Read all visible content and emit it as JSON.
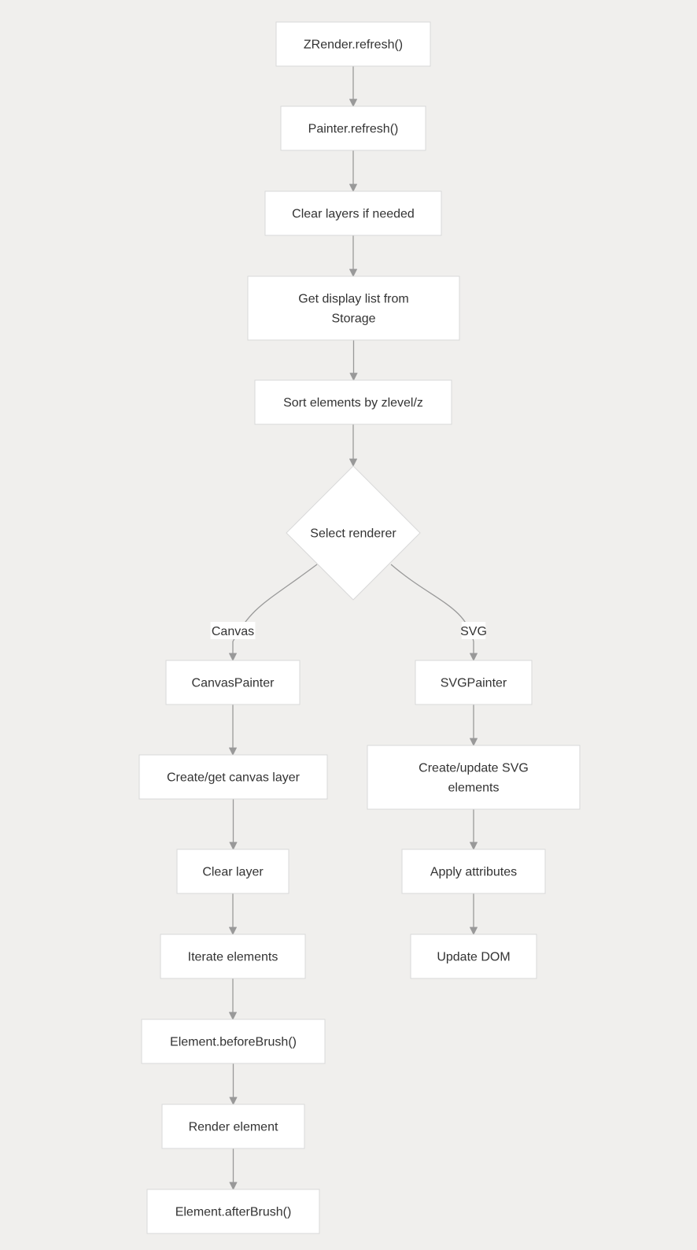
{
  "nodes": {
    "zrender_refresh": {
      "label": [
        "ZRender.refresh()"
      ]
    },
    "painter_refresh": {
      "label": [
        "Painter.refresh()"
      ]
    },
    "clear_layers": {
      "label": [
        "Clear layers if needed"
      ]
    },
    "get_display_list": {
      "label": [
        "Get display list from",
        "Storage"
      ]
    },
    "sort_elements": {
      "label": [
        "Sort elements by zlevel/z"
      ]
    },
    "select_renderer": {
      "label": [
        "Select renderer"
      ]
    },
    "canvas_painter": {
      "label": [
        "CanvasPainter"
      ]
    },
    "svg_painter": {
      "label": [
        "SVGPainter"
      ]
    },
    "create_canvas_layer": {
      "label": [
        "Create/get canvas layer"
      ]
    },
    "create_svg_elements": {
      "label": [
        "Create/update SVG",
        "elements"
      ]
    },
    "clear_layer": {
      "label": [
        "Clear layer"
      ]
    },
    "apply_attributes": {
      "label": [
        "Apply attributes"
      ]
    },
    "iterate_elements": {
      "label": [
        "Iterate elements"
      ]
    },
    "update_dom": {
      "label": [
        "Update DOM"
      ]
    },
    "before_brush": {
      "label": [
        "Element.beforeBrush()"
      ]
    },
    "render_element": {
      "label": [
        "Render element"
      ]
    },
    "after_brush": {
      "label": [
        "Element.afterBrush()"
      ]
    }
  },
  "edges": [
    {
      "from": "zrender_refresh",
      "to": "painter_refresh"
    },
    {
      "from": "painter_refresh",
      "to": "clear_layers"
    },
    {
      "from": "clear_layers",
      "to": "get_display_list"
    },
    {
      "from": "get_display_list",
      "to": "sort_elements"
    },
    {
      "from": "sort_elements",
      "to": "select_renderer"
    },
    {
      "from": "select_renderer",
      "to": "canvas_painter",
      "label": "Canvas"
    },
    {
      "from": "select_renderer",
      "to": "svg_painter",
      "label": "SVG"
    },
    {
      "from": "canvas_painter",
      "to": "create_canvas_layer"
    },
    {
      "from": "create_canvas_layer",
      "to": "clear_layer"
    },
    {
      "from": "clear_layer",
      "to": "iterate_elements"
    },
    {
      "from": "iterate_elements",
      "to": "before_brush"
    },
    {
      "from": "before_brush",
      "to": "render_element"
    },
    {
      "from": "render_element",
      "to": "after_brush"
    },
    {
      "from": "svg_painter",
      "to": "create_svg_elements"
    },
    {
      "from": "create_svg_elements",
      "to": "apply_attributes"
    },
    {
      "from": "apply_attributes",
      "to": "update_dom"
    }
  ]
}
